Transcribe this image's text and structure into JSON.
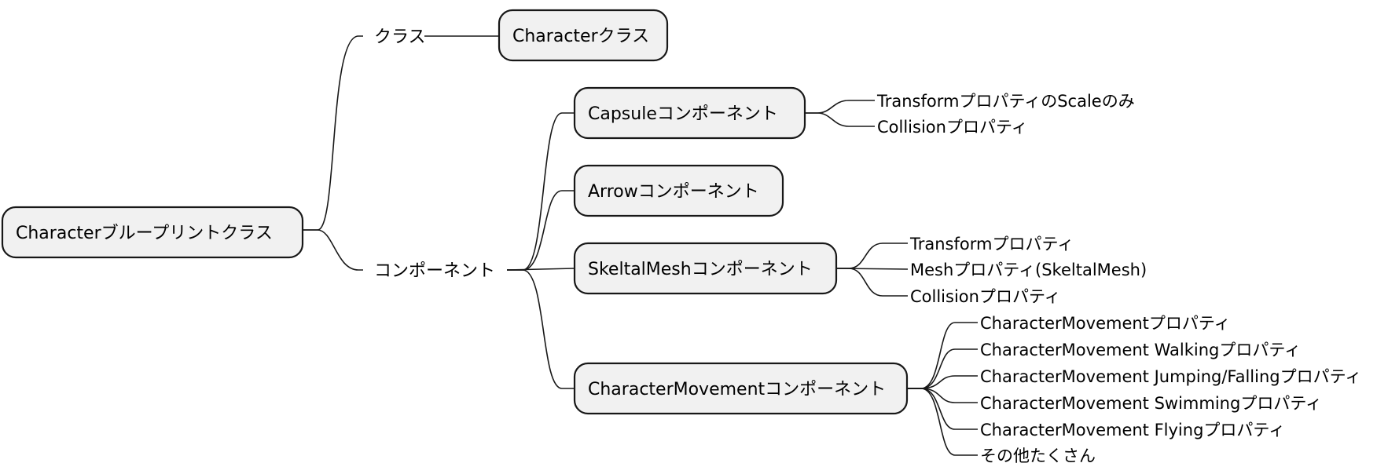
{
  "root": {
    "label": "Characterブループリントクラス"
  },
  "branches": {
    "class": {
      "label": "クラス",
      "child": "Characterクラス"
    },
    "components": {
      "label": "コンポーネント",
      "capsule": {
        "label": "Capsuleコンポーネント",
        "props": [
          "TransformプロパティのScaleのみ",
          "Collisionプロパティ"
        ]
      },
      "arrow": {
        "label": "Arrowコンポーネント"
      },
      "skeletal": {
        "label": "SkeltalMeshコンポーネント",
        "props": [
          "Transformプロパティ",
          "Meshプロパティ(SkeltalMesh)",
          "Collisionプロパティ"
        ]
      },
      "movement": {
        "label": "CharacterMovementコンポーネント",
        "props": [
          "CharacterMovementプロパティ",
          "CharacterMovement Walkingプロパティ",
          "CharacterMovement Jumping/Fallingプロパティ",
          "CharacterMovement Swimmingプロパティ",
          "CharacterMovement Flyingプロパティ",
          "その他たくさん"
        ]
      }
    }
  }
}
